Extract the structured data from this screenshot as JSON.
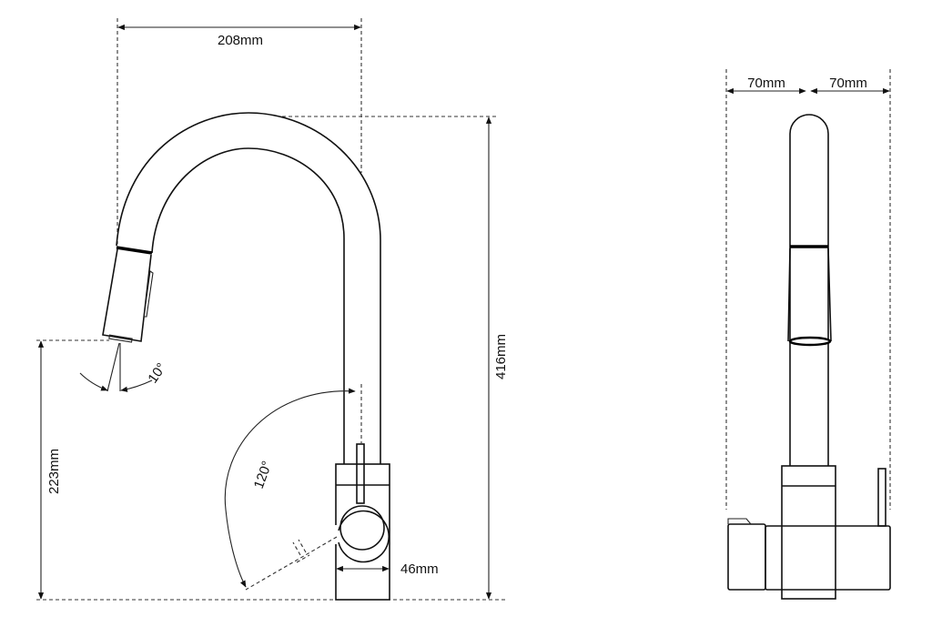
{
  "front_view": {
    "reach_label": "208mm",
    "height_label": "416mm",
    "spout_height_label": "223mm",
    "base_width_label": "46mm",
    "spray_angle_label": "10°",
    "lever_angle_label": "120°"
  },
  "side_view": {
    "left_width_label": "70mm",
    "right_width_label": "70mm"
  },
  "colors": {
    "line": "#111111",
    "background": "#ffffff"
  }
}
